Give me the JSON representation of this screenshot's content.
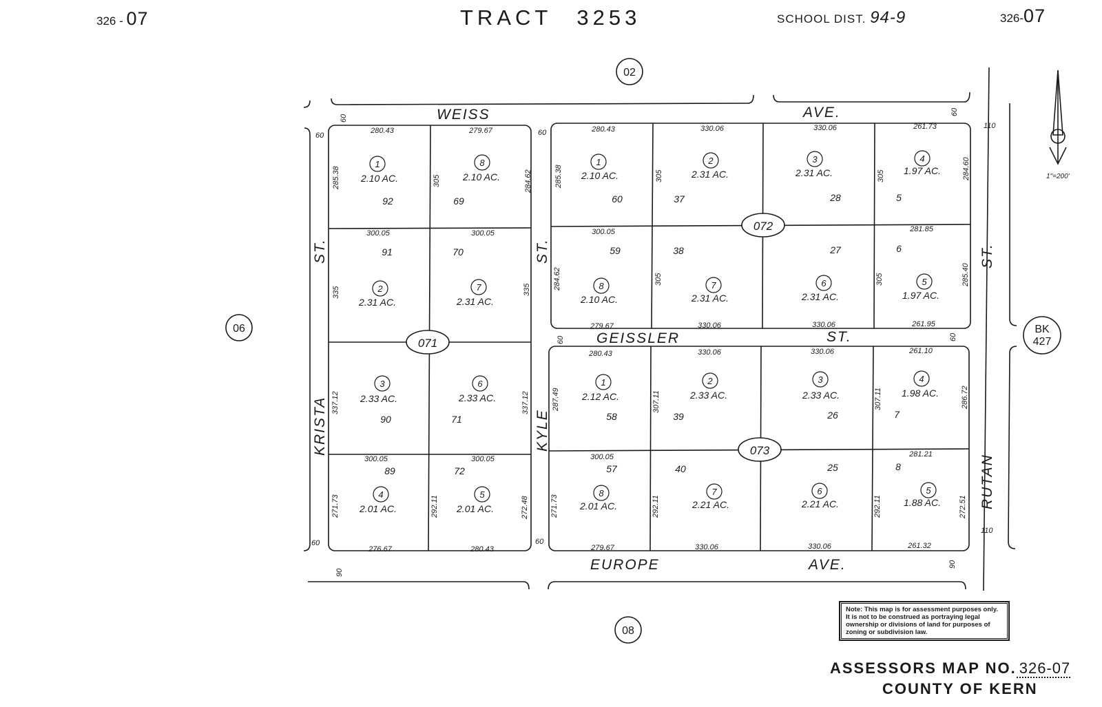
{
  "header": {
    "left_book": "326",
    "left_page": "07",
    "tract_label": "TRACT",
    "tract_number": "3253",
    "school_label": "SCHOOL DIST.",
    "school_value": "94-9",
    "right_book": "326",
    "right_page": "07"
  },
  "neighbors": {
    "north": "02",
    "west": "06",
    "south": "08",
    "east_line1": "BK",
    "east_line2": "427"
  },
  "streets": {
    "weiss": "WEISS",
    "weiss_ave": "AVE.",
    "geissler": "GEISSLER",
    "geissler_st": "ST.",
    "europe": "EUROPE",
    "europe_ave": "AVE.",
    "krista": "KRISTA",
    "krista_st": "ST.",
    "kyle": "KYLE",
    "kyle_st": "ST.",
    "rutan": "RUTAN",
    "rutan_st": "ST."
  },
  "widths": {
    "weiss_w": "60",
    "weiss_e": "60",
    "krista_top": "60",
    "krista_bot": "60",
    "kyle_top": "60",
    "kyle_mid": "60",
    "kyle_bot": "60",
    "geissler_e": "60",
    "europe_w": "90",
    "europe_e": "90",
    "rutan_top": "110",
    "rutan_bot": "110"
  },
  "blocks": {
    "b071": "071",
    "b072": "072",
    "b073": "073"
  },
  "lots": [
    {
      "lot": "1",
      "acres": "2.10 AC.",
      "parcel": "92"
    },
    {
      "lot": "8",
      "acres": "2.10 AC.",
      "parcel": "69"
    },
    {
      "lot": "2",
      "acres": "2.31 AC.",
      "parcel": "91"
    },
    {
      "lot": "7",
      "acres": "2.31 AC.",
      "parcel": "70"
    },
    {
      "lot": "3",
      "acres": "2.33 AC.",
      "parcel": "90"
    },
    {
      "lot": "6",
      "acres": "2.33 AC.",
      "parcel": "71"
    },
    {
      "lot": "4",
      "acres": "2.01 AC.",
      "parcel": "89"
    },
    {
      "lot": "5",
      "acres": "2.01 AC.",
      "parcel": "72"
    },
    {
      "lot": "1",
      "acres": "2.10 AC.",
      "parcel": "60"
    },
    {
      "lot": "2",
      "acres": "2.31 AC.",
      "parcel": "37"
    },
    {
      "lot": "3",
      "acres": "2.31 AC.",
      "parcel": "28"
    },
    {
      "lot": "4",
      "acres": "1.97 AC.",
      "parcel": "5"
    },
    {
      "lot": "8",
      "acres": "2.10 AC.",
      "parcel": "59"
    },
    {
      "lot": "7",
      "acres": "2.31 AC.",
      "parcel": "38"
    },
    {
      "lot": "6",
      "acres": "2.31 AC.",
      "parcel": "27"
    },
    {
      "lot": "5",
      "acres": "1.97 AC.",
      "parcel": "6"
    },
    {
      "lot": "1",
      "acres": "2.12 AC.",
      "parcel": "58"
    },
    {
      "lot": "2",
      "acres": "2.33 AC.",
      "parcel": "39"
    },
    {
      "lot": "3",
      "acres": "2.33 AC.",
      "parcel": "26"
    },
    {
      "lot": "4",
      "acres": "1.98 AC.",
      "parcel": "7"
    },
    {
      "lot": "8",
      "acres": "2.01 AC.",
      "parcel": "57"
    },
    {
      "lot": "7",
      "acres": "2.21 AC.",
      "parcel": "40"
    },
    {
      "lot": "6",
      "acres": "2.21 AC.",
      "parcel": "25"
    },
    {
      "lot": "5",
      "acres": "1.88 AC.",
      "parcel": "8"
    }
  ],
  "dims": {
    "d1": "280.43",
    "d2": "279.67",
    "d3": "300.05",
    "d4": "300.05",
    "d5": "300.05",
    "d6": "300.05",
    "d7": "276.67",
    "d8": "280.43",
    "d9": "285.38",
    "d10": "335",
    "d11": "337.12",
    "d12": "271.73",
    "d13": "305",
    "d14": "292.11",
    "d15": "284.62",
    "d16": "335",
    "d17": "337.12",
    "d18": "272.48",
    "e1": "280.43",
    "e2": "330.06",
    "e3": "330.06",
    "e4": "261.73",
    "e5": "300.05",
    "e6": "281.85",
    "e7": "279.67",
    "e8": "330.06",
    "e9": "330.06",
    "e10": "261.95",
    "e11": "285.38",
    "e12": "284.62",
    "e13": "305",
    "e14": "305",
    "e15": "305",
    "e16": "305",
    "e17": "284.60",
    "e18": "285.40",
    "f1": "280.43",
    "f2": "330.06",
    "f3": "330.06",
    "f4": "261.10",
    "f5": "300.05",
    "f6": "281.21",
    "f7": "279.67",
    "f8": "330.06",
    "f9": "330.06",
    "f10": "261.32",
    "f11": "287.49",
    "f12": "271.73",
    "f13": "307.11",
    "f14": "292.11",
    "f15": "307.11",
    "f16": "292.11",
    "f17": "286.72",
    "f18": "272.51"
  },
  "scale": "1\"=200'",
  "note": "Note: This map is for assessment purposes only. It is not to be construed as portraying legal ownership or divisions of land for purposes of zoning or subdivision law.",
  "footer": {
    "map_label": "ASSESSORS MAP NO.",
    "map_number": "326-07",
    "county": "COUNTY OF KERN"
  }
}
